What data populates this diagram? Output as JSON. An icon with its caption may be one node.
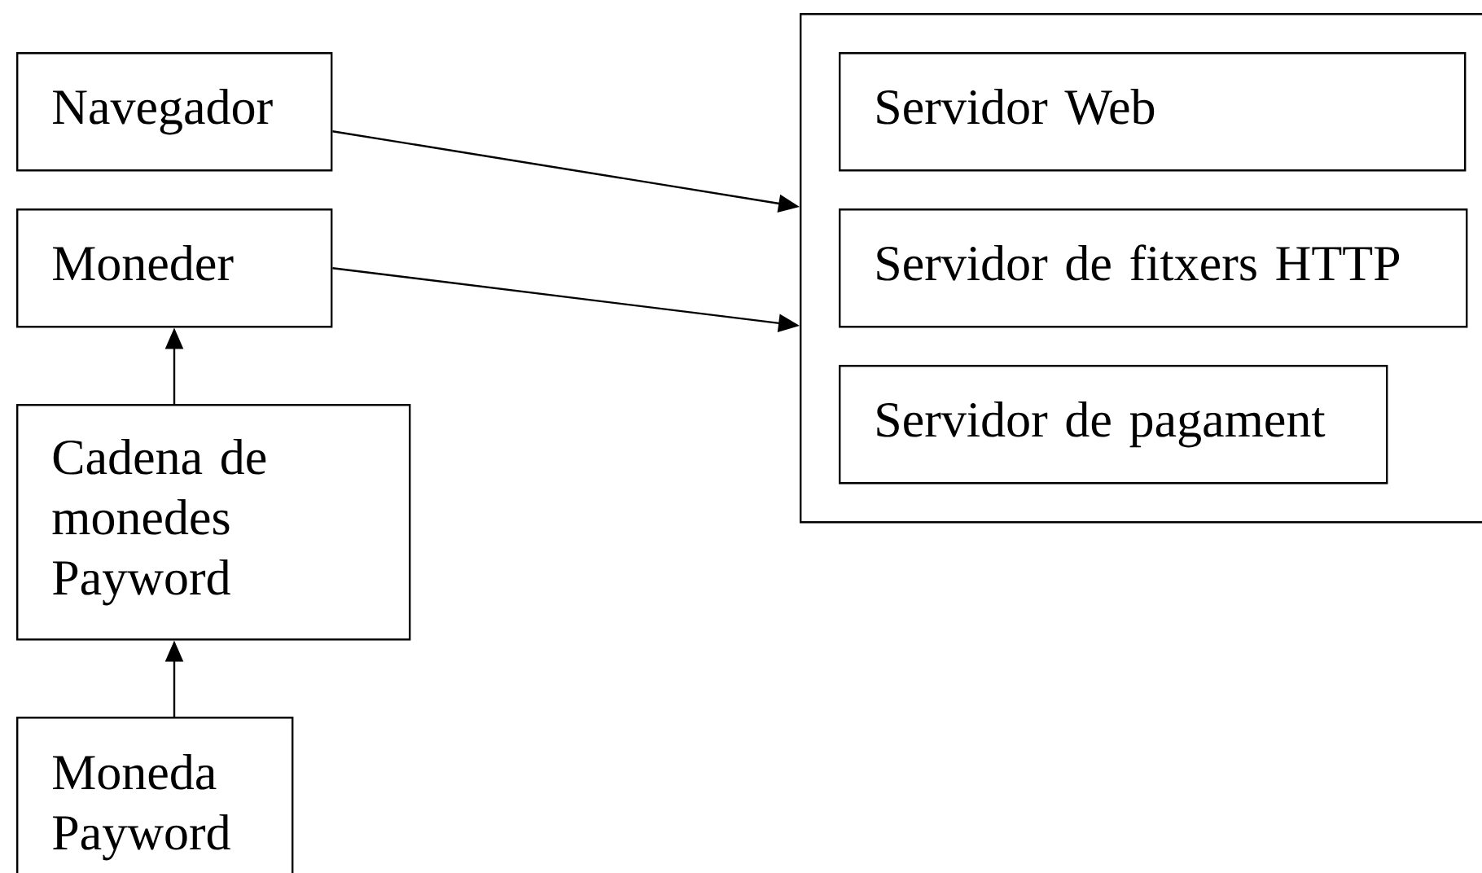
{
  "diagram": {
    "nodes": [
      {
        "text": [
          "Navegador"
        ]
      },
      {
        "text": [
          "Moneder"
        ]
      },
      {
        "text": [
          "Cadena de monedes Payword"
        ]
      },
      {
        "text": [
          "Moneda Payword"
        ]
      },
      {
        "text": [],
        "shape": "box"
      },
      {
        "text": [
          "Servidor Web"
        ],
        "in": 4
      },
      {
        "text": [
          "Servidor de fitxers HTTP"
        ],
        "in": 4
      },
      {
        "text": [
          "Servidor de pagament"
        ],
        "in": 4
      }
    ],
    "edges": [
      {
        "from": 0,
        "to": 4,
        "arrow": "to"
      },
      {
        "from": 1,
        "to": 4,
        "arrow": "to"
      },
      {
        "from": 2,
        "to": 1,
        "arrow": "to"
      },
      {
        "from": 3,
        "to": 2,
        "arrow": "to"
      }
    ]
  }
}
